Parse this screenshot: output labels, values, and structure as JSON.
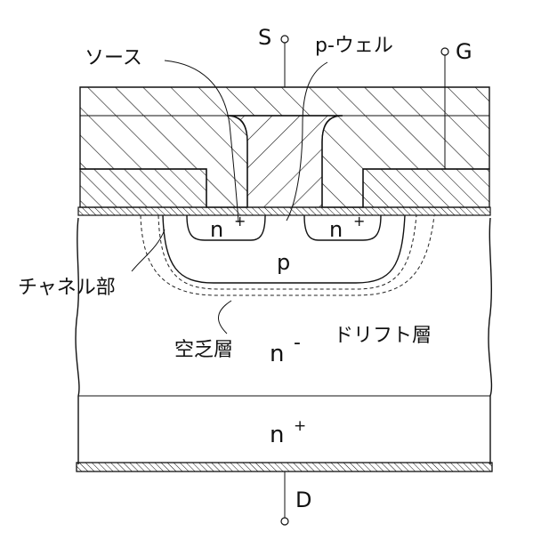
{
  "terminals": {
    "source": "S",
    "gate": "G",
    "drain": "D"
  },
  "labels": {
    "source_region": "ソース",
    "p_well": "p-ウェル",
    "channel": "チャネル部",
    "depletion": "空乏層",
    "drift": "ドリフト層",
    "n_plus_left": "n",
    "n_plus_right": "n",
    "n_plus_sub": "n",
    "plus": "+",
    "p_region": "p",
    "n_minus": "n",
    "minus": "-"
  },
  "colors": {
    "stroke": "#111111",
    "background": "#ffffff"
  }
}
